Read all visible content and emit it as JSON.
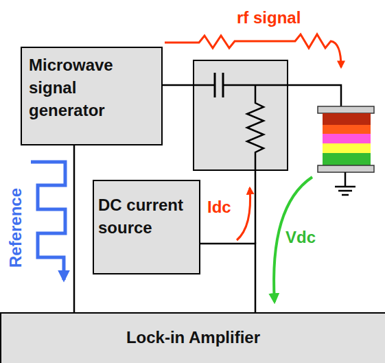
{
  "diagram": {
    "nodes": [
      {
        "text": [
          "Microwave signal generator"
        ]
      },
      {
        "text": [
          "DC current source"
        ]
      },
      {
        "text": [
          "Lock-in Amplifier"
        ]
      }
    ],
    "edges": [
      {
        "from": 0,
        "to": 2,
        "arrow": "none"
      },
      {
        "from": 1,
        "to": 2,
        "arrow": "none"
      }
    ],
    "labels": [
      "rf signal",
      "Reference",
      "Idc",
      "Vdc"
    ]
  }
}
